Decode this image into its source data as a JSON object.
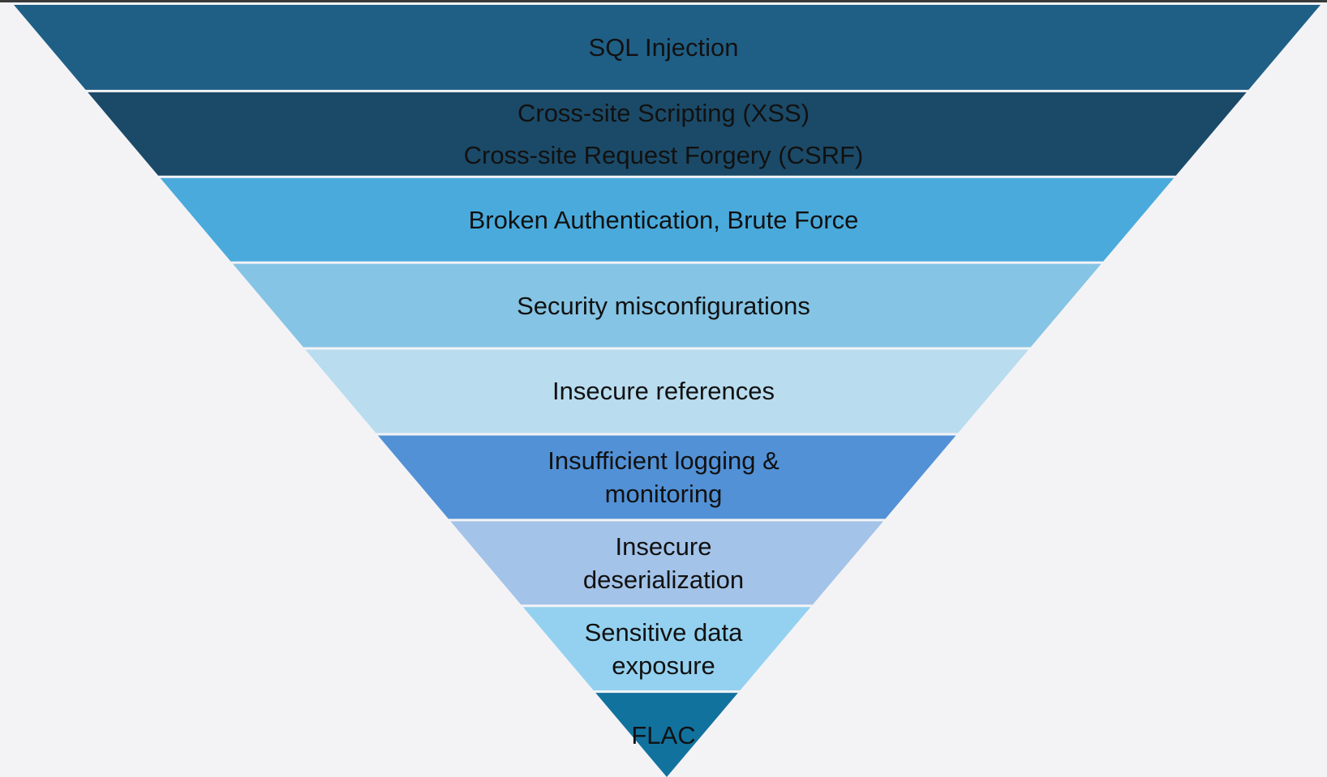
{
  "funnel": {
    "layers": [
      {
        "lines": [
          "SQL Injection"
        ],
        "color": "#1F5F86"
      },
      {
        "lines": [
          "Cross-site Scripting (XSS)",
          "Cross-site Request Forgery (CSRF)"
        ],
        "color": "#1B4A68"
      },
      {
        "lines": [
          "Broken Authentication, Brute Force"
        ],
        "color": "#4AAADC"
      },
      {
        "lines": [
          "Security misconfigurations"
        ],
        "color": "#85C4E4"
      },
      {
        "lines": [
          "Insecure references"
        ],
        "color": "#B9DCEF"
      },
      {
        "lines": [
          "Insufficient logging &",
          "monitoring"
        ],
        "color": "#5291D6"
      },
      {
        "lines": [
          "Insecure",
          "deserialization"
        ],
        "color": "#A3C3E8"
      },
      {
        "lines": [
          "Sensitive data",
          "exposure"
        ],
        "color": "#94D1F0"
      },
      {
        "lines": [
          "FLAC"
        ],
        "color": "#12729E"
      }
    ]
  }
}
